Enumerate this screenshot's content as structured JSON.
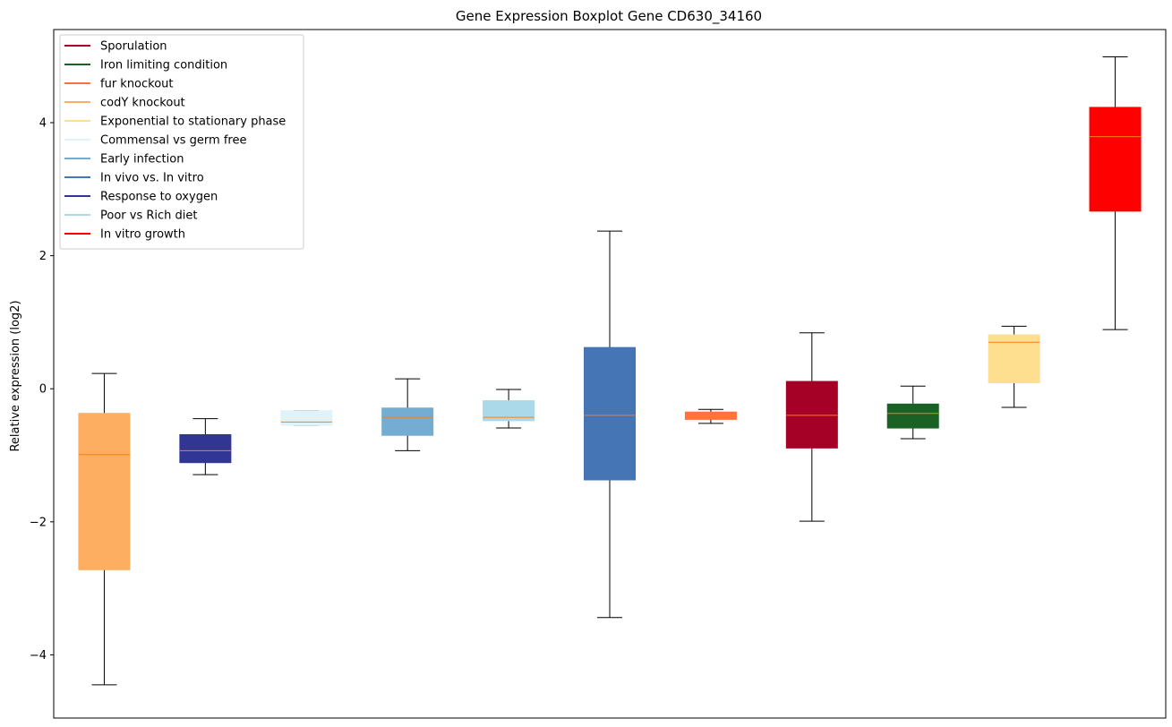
{
  "chart_data": {
    "type": "boxplot",
    "title": "Gene Expression Boxplot Gene CD630_34160",
    "xlabel": "",
    "ylabel": "Relative expression (log2)",
    "ylim": [
      -4.95,
      5.4
    ],
    "yticks": [
      -4,
      -2,
      0,
      2,
      4
    ],
    "ytick_labels": [
      "−4",
      "−2",
      "0",
      "2",
      "4"
    ],
    "grid": false,
    "legend_position": "top-left",
    "median_color": "#ff7f0e",
    "legend": [
      {
        "label": "Sporulation",
        "color": "#a50026"
      },
      {
        "label": "Iron limiting condition",
        "color": "#1a6126"
      },
      {
        "label": "fur knockout",
        "color": "#ff7043"
      },
      {
        "label": "codY knockout",
        "color": "#fdae61"
      },
      {
        "label": "Exponential to stationary phase",
        "color": "#fedf8f"
      },
      {
        "label": "Commensal vs germ free",
        "color": "#e0f3f8"
      },
      {
        "label": "Early infection",
        "color": "#74add1"
      },
      {
        "label": "In vivo vs. In vitro",
        "color": "#4575b4"
      },
      {
        "label": "Response to oxygen",
        "color": "#313695"
      },
      {
        "label": "Poor vs Rich diet",
        "color": "#abd9e9"
      },
      {
        "label": "In vitro growth",
        "color": "#ff0000"
      }
    ],
    "boxes": [
      {
        "group": "codY knockout",
        "color": "#fdae61",
        "whislo": -4.45,
        "q1": -2.72,
        "median": -0.99,
        "q3": -0.37,
        "whishi": 0.23
      },
      {
        "group": "Response to oxygen",
        "color": "#313695",
        "whislo": -1.29,
        "q1": -1.11,
        "median": -0.93,
        "q3": -0.69,
        "whishi": -0.45
      },
      {
        "group": "Commensal vs germ free",
        "color": "#e0f3f8",
        "whislo": -0.55,
        "q1": -0.55,
        "median": -0.5,
        "q3": -0.33,
        "whishi": -0.33
      },
      {
        "group": "Early infection",
        "color": "#74add1",
        "whislo": -0.93,
        "q1": -0.7,
        "median": -0.43,
        "q3": -0.29,
        "whishi": 0.15
      },
      {
        "group": "Poor vs Rich diet",
        "color": "#abd9e9",
        "whislo": -0.59,
        "q1": -0.48,
        "median": -0.43,
        "q3": -0.18,
        "whishi": -0.01
      },
      {
        "group": "In vivo vs. In vitro",
        "color": "#4575b4",
        "whislo": -3.44,
        "q1": -1.37,
        "median": -0.4,
        "q3": 0.62,
        "whishi": 2.37
      },
      {
        "group": "fur knockout",
        "color": "#ff7043",
        "whislo": -0.52,
        "q1": -0.46,
        "median": -0.4,
        "q3": -0.35,
        "whishi": -0.31
      },
      {
        "group": "Sporulation",
        "color": "#a50026",
        "whislo": -1.99,
        "q1": -0.89,
        "median": -0.4,
        "q3": 0.11,
        "whishi": 0.84
      },
      {
        "group": "Iron limiting condition",
        "color": "#1a6126",
        "whislo": -0.75,
        "q1": -0.59,
        "median": -0.37,
        "q3": -0.23,
        "whishi": 0.04
      },
      {
        "group": "Exponential to stationary phase",
        "color": "#fedf8f",
        "whislo": -0.28,
        "q1": 0.09,
        "median": 0.7,
        "q3": 0.81,
        "whishi": 0.94
      },
      {
        "group": "In vitro growth",
        "color": "#ff0000",
        "whislo": 0.89,
        "q1": 2.67,
        "median": 3.79,
        "q3": 4.23,
        "whishi": 4.99
      }
    ]
  }
}
